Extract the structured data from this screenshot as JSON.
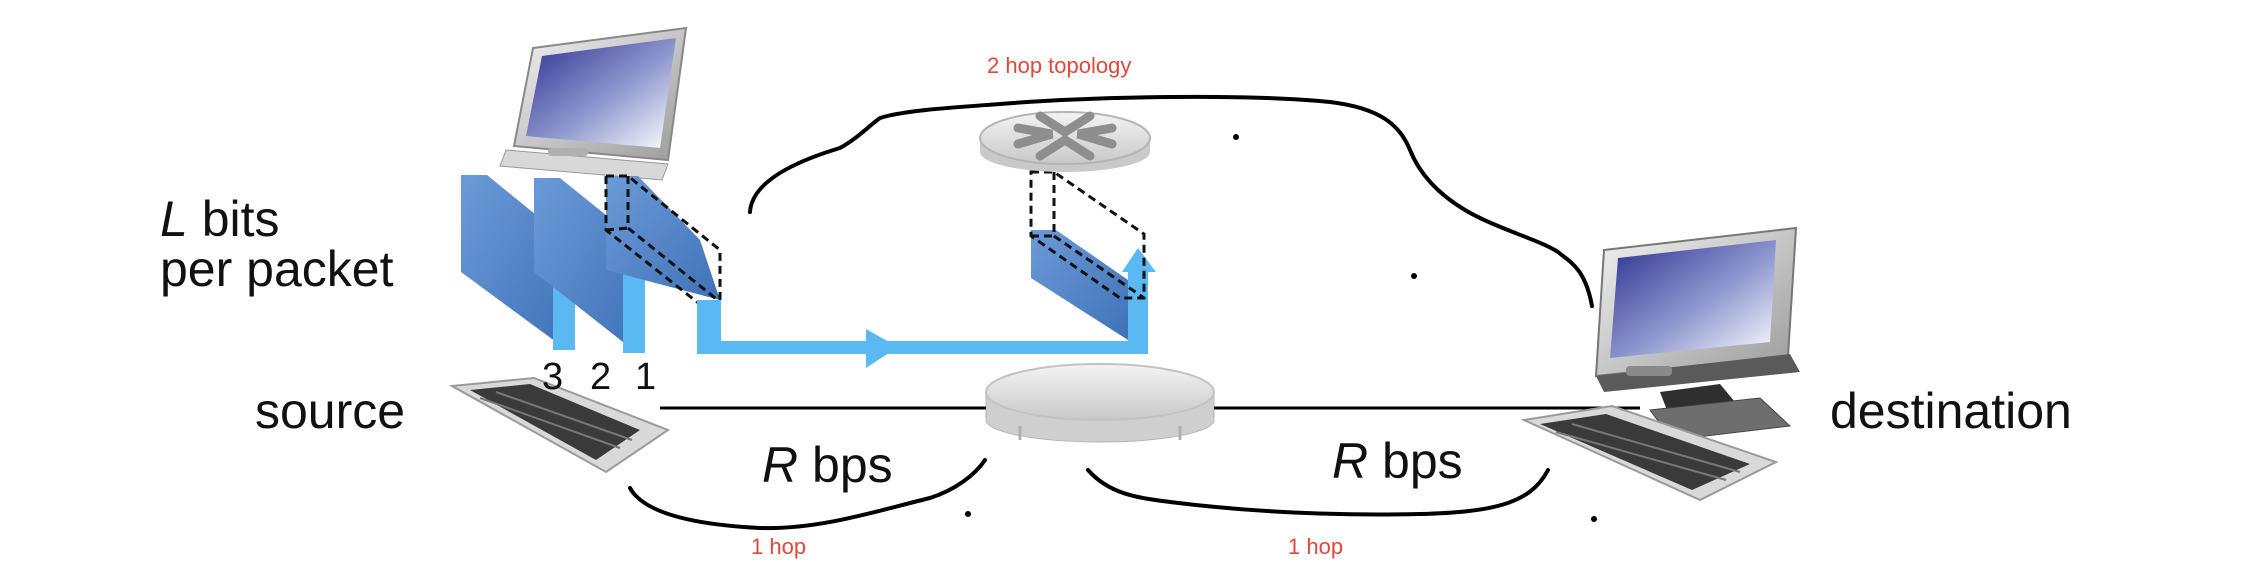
{
  "labels": {
    "bits_var": "L",
    "bits_line1": "bits",
    "bits_line2": "per packet",
    "source": "source",
    "destination": "destination",
    "rate_var_left": "R",
    "rate_unit_left": "bps",
    "rate_var_right": "R",
    "rate_unit_right": "bps",
    "packet_numbers": [
      "3",
      "2",
      "1"
    ]
  },
  "annotations": {
    "two_hop": "2 hop topology",
    "one_hop_left": "1 hop",
    "one_hop_right": "1 hop"
  },
  "colors": {
    "packet_blue": "#4f84c9",
    "link_blue": "#5ab8f2",
    "annotation_red": "#e0483c",
    "ink": "#000000"
  },
  "icons": [
    "monitor-icon",
    "keyboard-icon",
    "router-icon",
    "switch-icon"
  ]
}
